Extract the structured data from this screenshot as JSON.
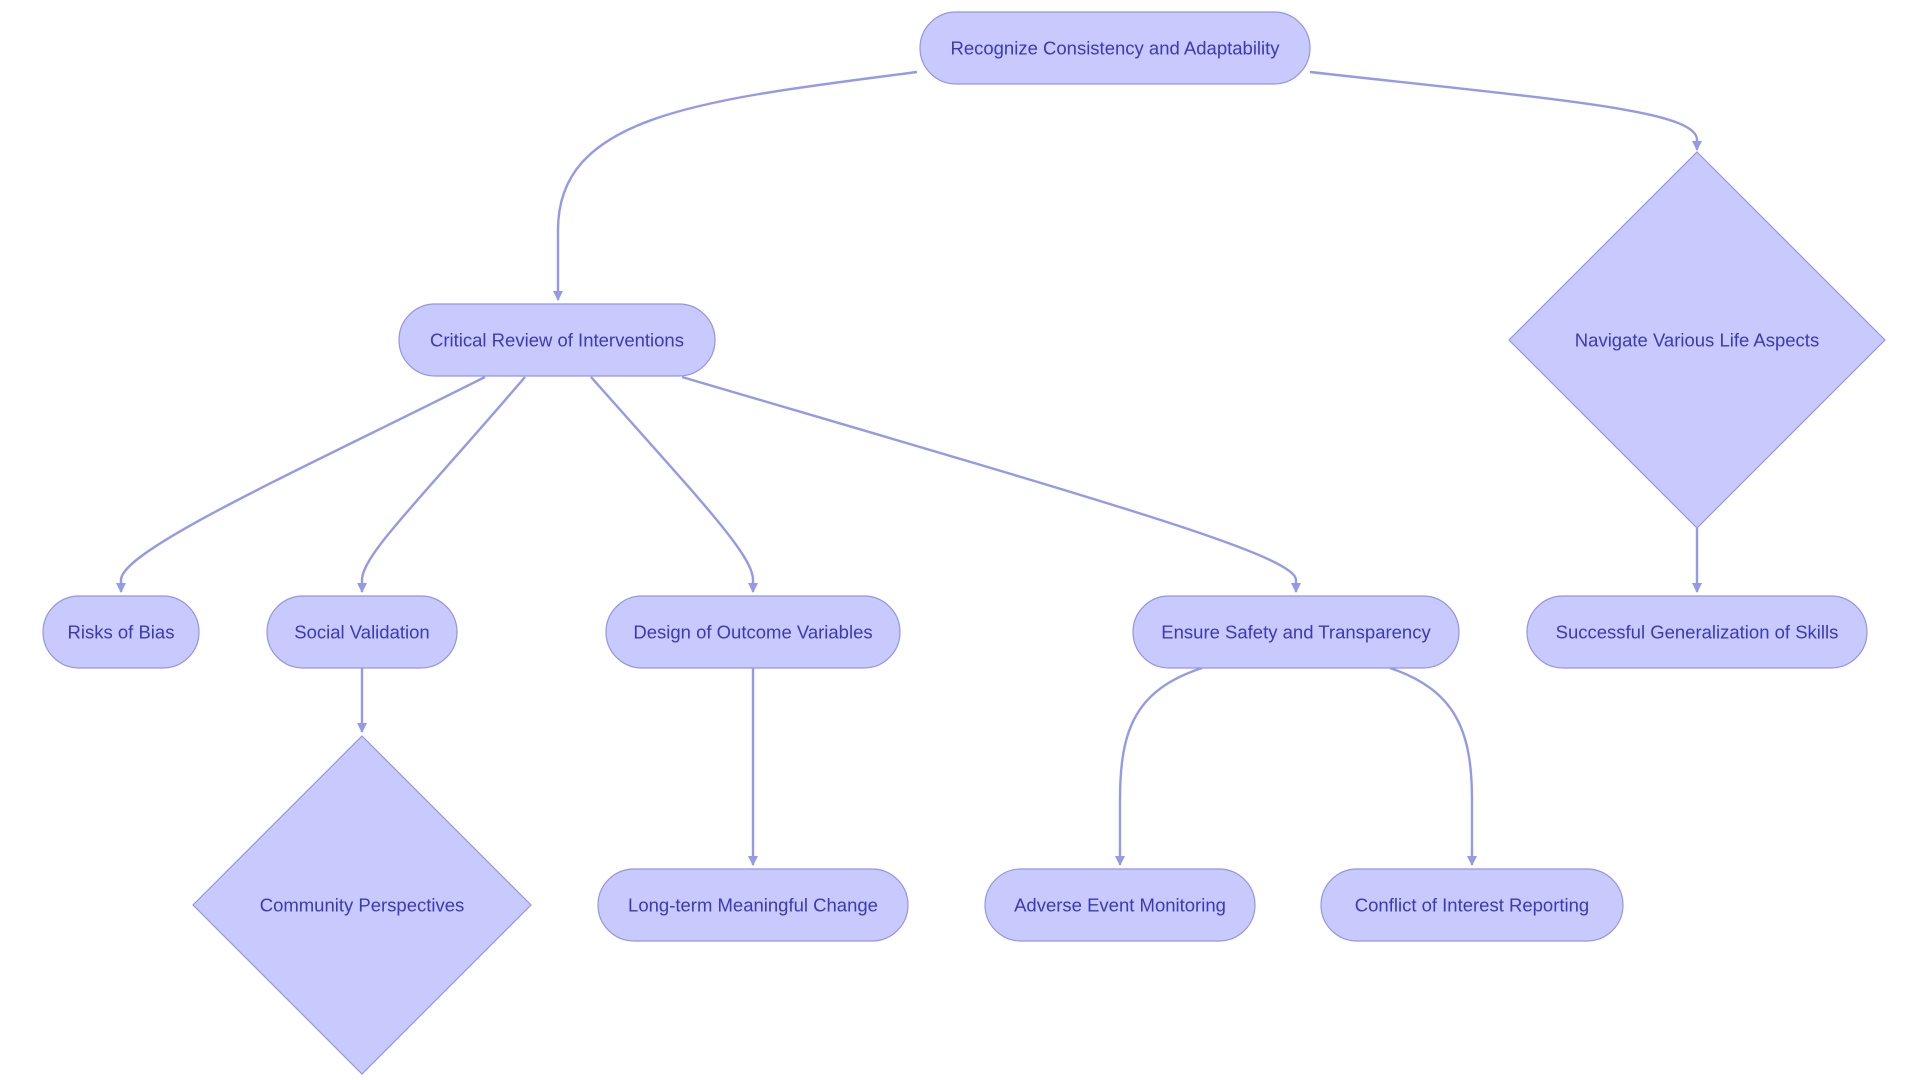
{
  "diagram": {
    "colors": {
      "node_fill": "#c8c9fd",
      "node_stroke": "#9595e4",
      "edge": "#959ae6",
      "label": "#3a3ab8",
      "background": "#ffffff"
    },
    "nodes": [
      {
        "id": "recognize",
        "label": "Recognize Consistency and Adaptability",
        "shape": "stadium"
      },
      {
        "id": "critical",
        "label": "Critical Review of Interventions",
        "shape": "stadium"
      },
      {
        "id": "navigate",
        "label": "Navigate Various Life Aspects",
        "shape": "diamond"
      },
      {
        "id": "bias",
        "label": "Risks of Bias",
        "shape": "stadium"
      },
      {
        "id": "social",
        "label": "Social Validation",
        "shape": "stadium"
      },
      {
        "id": "design",
        "label": "Design of Outcome Variables",
        "shape": "stadium"
      },
      {
        "id": "safety",
        "label": "Ensure Safety and Transparency",
        "shape": "stadium"
      },
      {
        "id": "generalization",
        "label": "Successful Generalization of Skills",
        "shape": "stadium"
      },
      {
        "id": "community",
        "label": "Community Perspectives",
        "shape": "diamond"
      },
      {
        "id": "longterm",
        "label": "Long-term Meaningful Change",
        "shape": "stadium"
      },
      {
        "id": "adverse",
        "label": "Adverse Event Monitoring",
        "shape": "stadium"
      },
      {
        "id": "conflict",
        "label": "Conflict of Interest Reporting",
        "shape": "stadium"
      }
    ],
    "edges": [
      {
        "from": "recognize",
        "to": "critical"
      },
      {
        "from": "recognize",
        "to": "navigate"
      },
      {
        "from": "critical",
        "to": "bias"
      },
      {
        "from": "critical",
        "to": "social"
      },
      {
        "from": "critical",
        "to": "design"
      },
      {
        "from": "critical",
        "to": "safety"
      },
      {
        "from": "navigate",
        "to": "generalization"
      },
      {
        "from": "social",
        "to": "community"
      },
      {
        "from": "design",
        "to": "longterm"
      },
      {
        "from": "safety",
        "to": "adverse"
      },
      {
        "from": "safety",
        "to": "conflict"
      }
    ]
  }
}
